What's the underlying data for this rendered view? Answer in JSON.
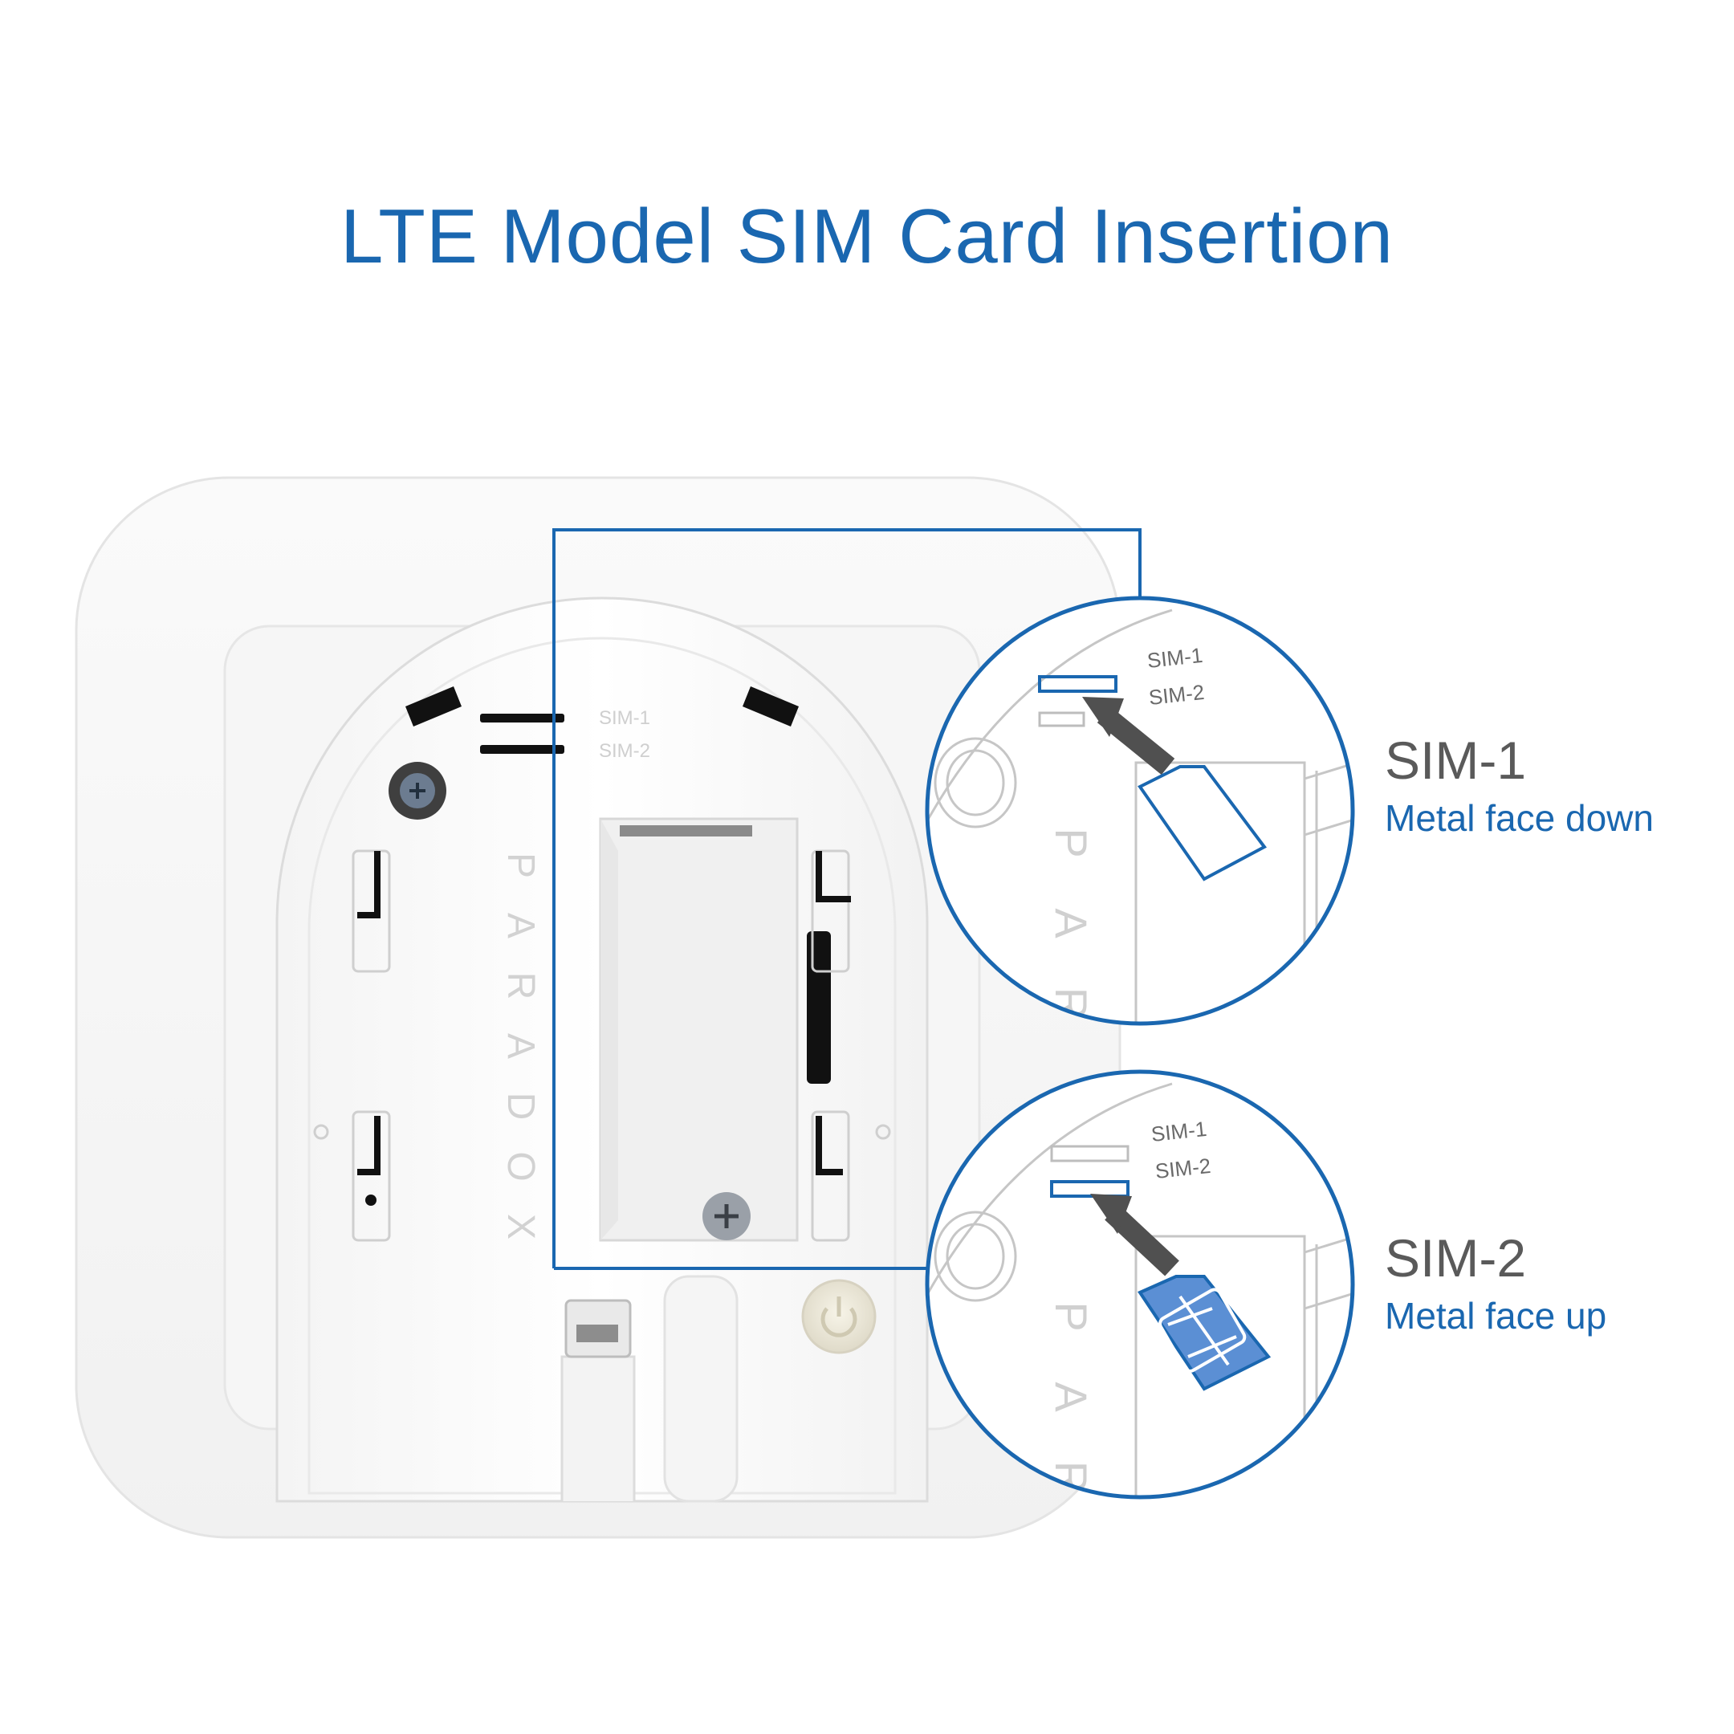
{
  "title": "LTE Model SIM Card Insertion",
  "colors": {
    "accent": "#1a67b0",
    "callout_head": "#5a5a5a",
    "device_outline": "#c8c8c8",
    "sim_chip": "#5b8fd4",
    "slot_black": "#111111"
  },
  "device": {
    "slot_labels": [
      "SIM-1",
      "SIM-2"
    ],
    "brand_letters": [
      "P",
      "A",
      "R",
      "A",
      "D",
      "O",
      "X"
    ]
  },
  "callouts": [
    {
      "id": "sim1",
      "zoom_labels": [
        "SIM-1",
        "SIM-2"
      ],
      "brand_letters": [
        "P",
        "A",
        "R"
      ],
      "heading": "SIM-1",
      "caption": "Metal face down"
    },
    {
      "id": "sim2",
      "zoom_labels": [
        "SIM-1",
        "SIM-2"
      ],
      "brand_letters": [
        "P",
        "A",
        "R"
      ],
      "heading": "SIM-2",
      "caption": "Metal face up"
    }
  ],
  "icons": [
    "screw-icon",
    "arrow-icon",
    "sim-card-icon",
    "power-button-icon"
  ]
}
